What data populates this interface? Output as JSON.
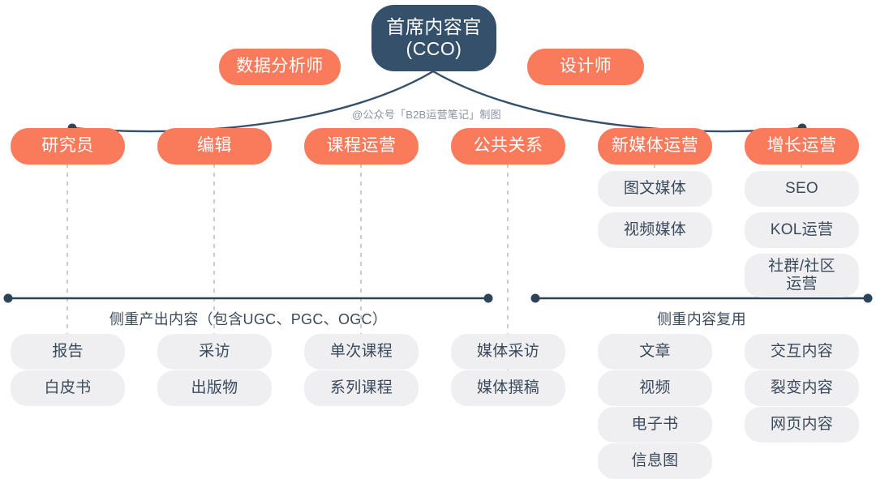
{
  "diagram": {
    "title_node": {
      "label": "首席内容官\n(CCO)",
      "color": "#35506B"
    },
    "watermark": "@公众号「B2B运营笔记」制图",
    "support_roles": [
      {
        "label": "数据分析师",
        "color": "#FA7B5C"
      },
      {
        "label": "设计师",
        "color": "#FA7B5C"
      }
    ],
    "columns": [
      {
        "role": "研究员",
        "sub_roles": [],
        "outputs": [
          "报告",
          "白皮书"
        ]
      },
      {
        "role": "编辑",
        "sub_roles": [],
        "outputs": [
          "采访",
          "出版物"
        ]
      },
      {
        "role": "课程运营",
        "sub_roles": [],
        "outputs": [
          "单次课程",
          "系列课程"
        ]
      },
      {
        "role": "公共关系",
        "sub_roles": [],
        "outputs": [
          "媒体采访",
          "媒体撰稿"
        ]
      },
      {
        "role": "新媒体运营",
        "sub_roles": [
          "图文媒体",
          "视频媒体"
        ],
        "outputs": [
          "文章",
          "视频",
          "电子书",
          "信息图"
        ]
      },
      {
        "role": "增长运营",
        "sub_roles": [
          "SEO",
          "KOL运营",
          "社群/社区\n运营"
        ],
        "outputs": [
          "交互内容",
          "裂变内容",
          "网页内容"
        ]
      }
    ],
    "bands": [
      {
        "label": "侧重产出内容（包含UGC、PGC、OGC）"
      },
      {
        "label": "侧重内容复用"
      }
    ],
    "colors": {
      "accent_orange": "#FA7B5C",
      "dark_navy": "#35506B",
      "gray_pill": "#EFEFF1",
      "text_slate": "#3A4A5C",
      "line": "#35506B",
      "dashed": "#C9CBCF"
    }
  }
}
